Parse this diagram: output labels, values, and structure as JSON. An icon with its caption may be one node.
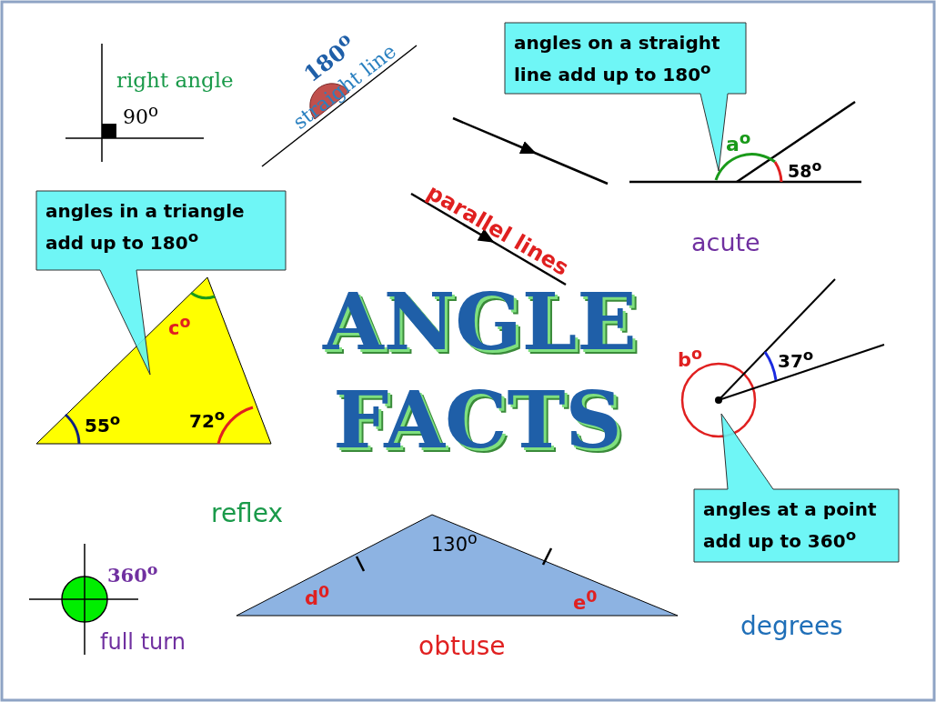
{
  "diagram": {
    "title": "ANGLE FACTS",
    "nodes": [
      {
        "text": [
          "angles on a straight line add up to 180$^{o}$"
        ]
      },
      {
        "text": [
          "angles in a triangle add up to 180$^{o}$"
        ]
      },
      {
        "text": [
          "angles at a point add up to 360$^{o}$"
        ]
      }
    ],
    "labels": [
      "right angle",
      "90$^{o}$",
      "180$^{o}$",
      "straight line",
      "parallel lines",
      "a$^{o}$",
      "58$^{o}$",
      "acute",
      "c$^{o}$",
      "55$^{o}$",
      "72$^{o}$",
      "b$^{o}$",
      "37$^{o}$",
      "reflex",
      "130$^{o}$",
      "360$^{o}$",
      "d$^{0}$",
      "e$^{0}$",
      "full turn",
      "obtuse",
      "degrees"
    ]
  }
}
